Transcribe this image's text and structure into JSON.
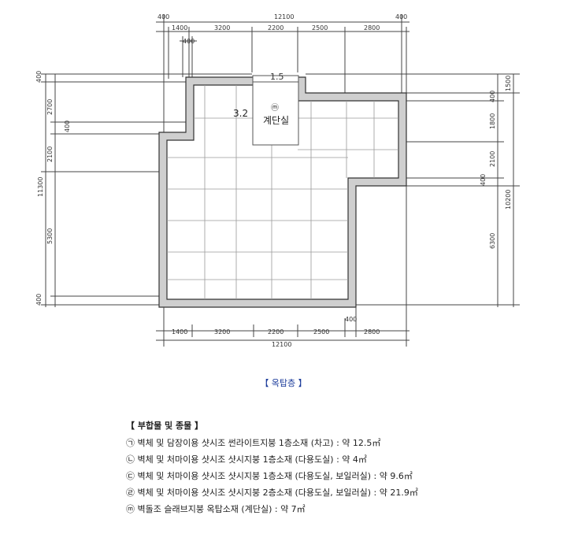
{
  "plan": {
    "top_total": "12100",
    "top_edge_left": "400",
    "top_edge_right": "400",
    "top_segments": [
      "1400",
      "3200",
      "2200",
      "2500",
      "2800"
    ],
    "top_small": "400",
    "bottom_segments": [
      "1400",
      "3200",
      "2200",
      "2500",
      "2800"
    ],
    "bottom_total": "12100",
    "bottom_small": "400",
    "left_400_top": "400",
    "left_2700": "2700",
    "left_400_mid": "400",
    "left_2100": "2100",
    "left_11300": "11300",
    "left_5300": "5300",
    "left_400_bottom": "400",
    "right_1500": "1500",
    "right_400_top": "400",
    "right_1800": "1800",
    "right_2100": "2100",
    "right_400_mid": "400",
    "right_10200": "10200",
    "right_6300": "6300",
    "stair_width": "1.5",
    "stair_depth": "3.2",
    "room_marker": "ⓜ",
    "room_label": "계단실"
  },
  "caption": "【 옥탑층 】",
  "legend": {
    "title": "【  부합물 및 종물  】",
    "items": [
      "㉠ 벽체 및 담장이용 샷시조 썬라이트지붕 1층소재 (차고) : 약 12.5㎡",
      "㉡ 벽체 및 처마이용 샷시조 샷시지붕 1층소재 (다용도실) : 약 4㎡",
      "㉢ 벽체 및 처마이용 샷시조 샷시지붕 1층소재 (다용도실, 보일러실) : 약 9.6㎡",
      "㉣ 벽체 및 처마이용 샷시조 샷시지붕 2층소재 (다용도실, 보일러실) : 약 21.9㎡",
      "ⓜ 벽돌조 슬래브지붕 옥탑소재 (계단실) : 약 7㎡"
    ]
  }
}
